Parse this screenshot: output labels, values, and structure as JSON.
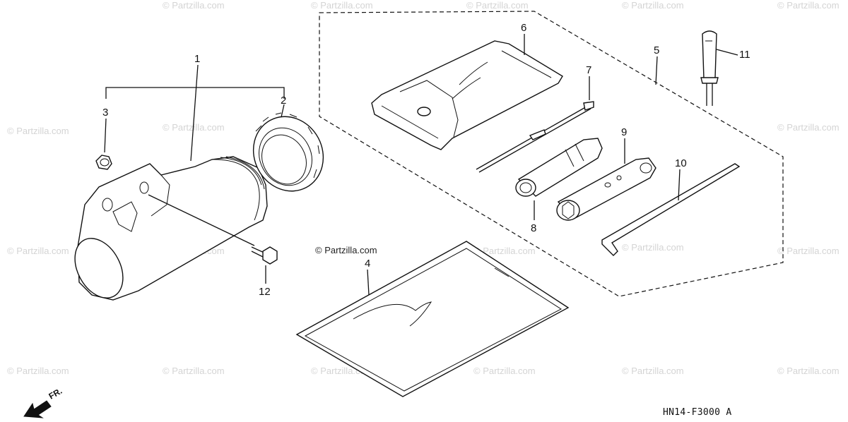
{
  "callouts": {
    "c1": "1",
    "c2": "2",
    "c3": "3",
    "c4": "4",
    "c5": "5",
    "c6": "6",
    "c7": "7",
    "c8": "8",
    "c9": "9",
    "c10": "10",
    "c11": "11",
    "c12": "12"
  },
  "diagram_code": "HN14-F3000 A",
  "front_label": "FR.",
  "watermark": "© Partzilla.com",
  "colors": {
    "line": "#111111",
    "watermark": "#d4d4d4",
    "background": "#ffffff"
  }
}
